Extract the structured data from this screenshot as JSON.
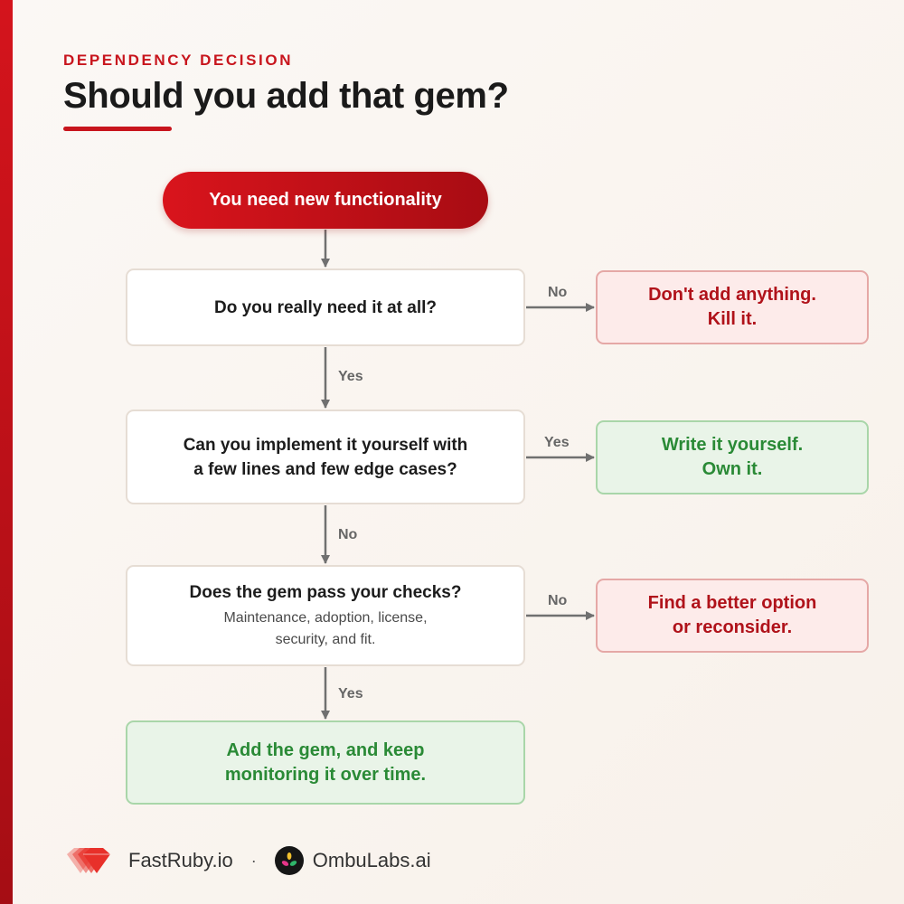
{
  "header": {
    "eyebrow": "DEPENDENCY DECISION",
    "title": "Should you add that gem?"
  },
  "flowchart": {
    "start": "You need new functionality",
    "q1": "Do you really need it at all?",
    "q2_line1": "Can you implement it yourself with",
    "q2_line2": "a few lines and few edge cases?",
    "q3_title": "Does the gem pass your checks?",
    "q3_sub_line1": "Maintenance, adoption, license,",
    "q3_sub_line2": "security, and fit.",
    "outcome_kill_line1": "Don't add anything.",
    "outcome_kill_line2": "Kill it.",
    "outcome_write_line1": "Write it yourself.",
    "outcome_write_line2": "Own it.",
    "outcome_better_line1": "Find a better option",
    "outcome_better_line2": "or reconsider.",
    "outcome_add_line1": "Add the gem, and keep",
    "outcome_add_line2": "monitoring it over time.",
    "labels": {
      "q1_down": "Yes",
      "q1_right": "No",
      "q2_down": "No",
      "q2_right": "Yes",
      "q3_down": "Yes",
      "q3_right": "No"
    },
    "colors": {
      "brand_red": "#c8151d",
      "negative_text": "#b0121a",
      "positive_text": "#2a8a36",
      "arrow": "#707070"
    }
  },
  "footer": {
    "brand1": "FastRuby.io",
    "separator": "·",
    "brand2": "OmbuLabs.ai",
    "brand1_icon": "ruby-gem-icon",
    "brand2_icon": "ombulabs-logo-icon"
  }
}
